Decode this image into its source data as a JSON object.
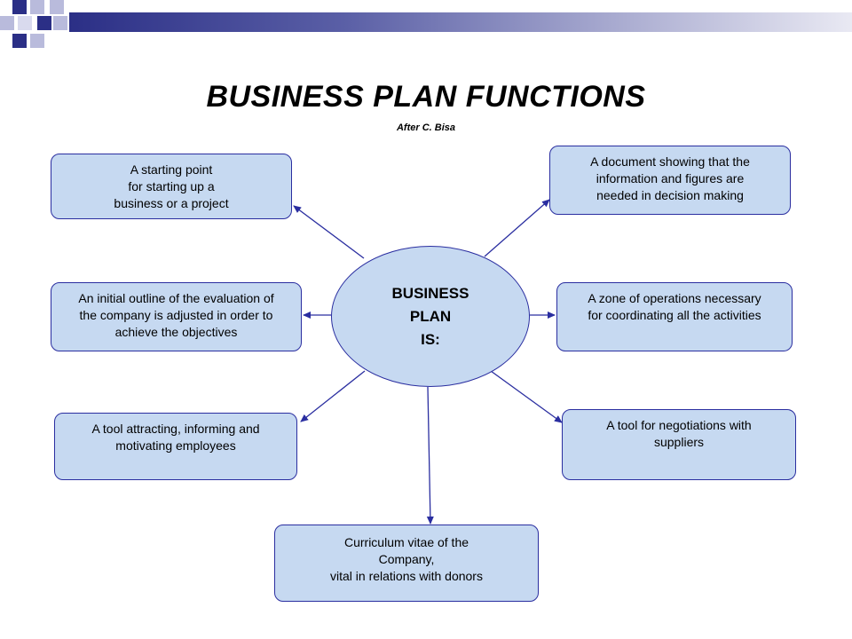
{
  "header": {
    "title": "BUSINESS PLAN FUNCTIONS",
    "subtitle": "After C. Bisa"
  },
  "center": {
    "lines": [
      "BUSINESS",
      "PLAN",
      "IS:"
    ]
  },
  "boxes": {
    "top_left": {
      "lines": [
        "A starting point",
        "for starting up a",
        "business or a project"
      ]
    },
    "top_right": {
      "lines": [
        "A document showing that the",
        "information and figures are",
        "needed in decision making"
      ]
    },
    "mid_left": {
      "lines": [
        "An initial outline of the evaluation of",
        "the company is adjusted in order to",
        "achieve the objectives"
      ]
    },
    "mid_right": {
      "lines": [
        "A zone of operations necessary",
        "for coordinating all the activities"
      ]
    },
    "low_left": {
      "lines": [
        "A tool attracting, informing and",
        "motivating employees"
      ]
    },
    "low_right": {
      "lines": [
        "A tool for negotiations with",
        "suppliers"
      ]
    },
    "bottom": {
      "lines": [
        "Curriculum vitae of the",
        "Company,",
        "vital in relations with donors"
      ]
    }
  },
  "colors": {
    "box_fill": "#c6d9f1",
    "border": "#2a2ea0",
    "arrow": "#2a2ea0",
    "deco_dark": "#2b2f86",
    "deco_light": "#b9bbdc"
  }
}
